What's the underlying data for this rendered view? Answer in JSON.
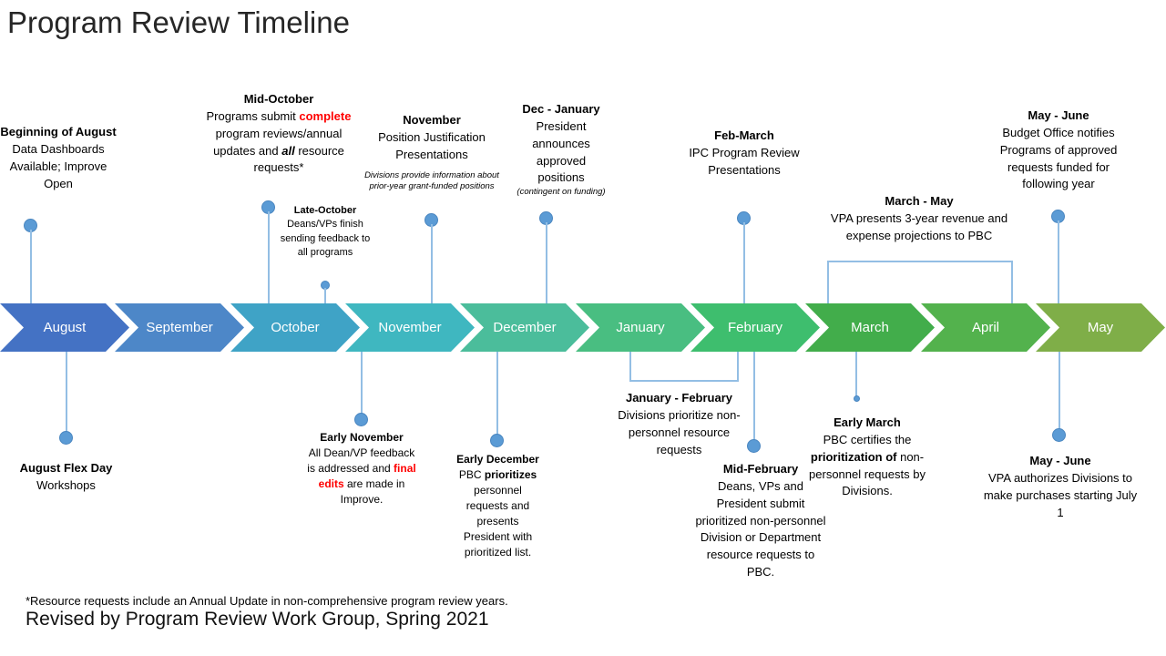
{
  "title": "Program Review Timeline",
  "colors": {
    "marker_blue": "#5b9bd5",
    "connector_blue": "#93bee4",
    "accent_red": "#ff0000"
  },
  "timeline": {
    "months": [
      {
        "label": "August",
        "color": "#4472c4"
      },
      {
        "label": "September",
        "color": "#4d87c8"
      },
      {
        "label": "October",
        "color": "#3fa3c6"
      },
      {
        "label": "November",
        "color": "#3fb7c0"
      },
      {
        "label": "December",
        "color": "#4bbd9b"
      },
      {
        "label": "January",
        "color": "#49be81"
      },
      {
        "label": "February",
        "color": "#3ebe6e"
      },
      {
        "label": "March",
        "color": "#42ad4b"
      },
      {
        "label": "April",
        "color": "#53b24d"
      },
      {
        "label": "May",
        "color": "#7fae48"
      }
    ]
  },
  "callouts_above": {
    "beginning_of_august": {
      "heading": "Beginning of August",
      "body": "Data Dashboards Available; Improve Open"
    },
    "mid_october": {
      "heading": "Mid-October",
      "seg1": "Programs submit ",
      "seg2_red_bold": "complete",
      "seg3": " program reviews/annual updates and ",
      "seg4_bold_italic": "all",
      "seg5": " resource requests*"
    },
    "late_october": {
      "heading": "Late-October",
      "body": "Deans/VPs finish sending feedback to all programs"
    },
    "november": {
      "heading": "November",
      "body": "Position Justification Presentations",
      "note": "Divisions provide information about prior-year grant-funded positions"
    },
    "dec_january": {
      "heading": "Dec - January",
      "body": "President announces approved positions",
      "note": "(contingent on funding)"
    },
    "feb_march": {
      "heading": "Feb-March",
      "body": "IPC Program Review Presentations"
    },
    "march_may": {
      "heading": "March - May",
      "body": "VPA presents 3-year revenue and expense projections to PBC"
    },
    "may_june": {
      "heading": "May - June",
      "body": "Budget Office notifies Programs of approved requests funded for following year"
    }
  },
  "callouts_below": {
    "august_flex_day": {
      "heading": "August Flex Day",
      "body": "Workshops"
    },
    "early_november": {
      "heading": "Early November",
      "seg1": "All Dean/VP feedback is addressed and ",
      "seg2_red_bold": "final edits",
      "seg3": " are made in Improve."
    },
    "early_december": {
      "heading": "Early December",
      "seg1": "PBC ",
      "seg2_bold": "prioritizes",
      "seg3": " personnel requests and presents President with prioritized list."
    },
    "january_february": {
      "heading": "January - February",
      "body": "Divisions prioritize non-personnel resource requests"
    },
    "mid_february": {
      "heading": "Mid-February",
      "body": "Deans, VPs and President submit prioritized non-personnel Division or Department resource requests to PBC."
    },
    "early_march": {
      "heading": "Early March",
      "seg1": "PBC certifies the ",
      "seg2_bold": "prioritization of",
      "seg3": " non-personnel requests by Divisions."
    },
    "may_june": {
      "heading": "May - June",
      "body": "VPA authorizes Divisions to make purchases starting July 1"
    }
  },
  "footer": {
    "footnote": "*Resource requests include an Annual Update in non-comprehensive program review years.",
    "credit": "Revised by Program Review Work Group, Spring 2021"
  }
}
